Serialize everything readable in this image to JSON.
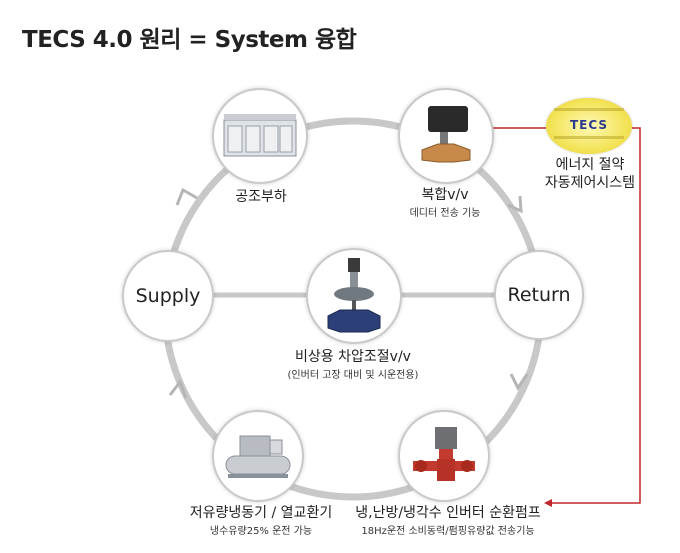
{
  "title": "TECS 4.0 원리 = System 융합",
  "nodes": {
    "supply": "Supply",
    "return": "Return"
  },
  "labels": {
    "ahu": "공조부하",
    "composite_valve": "복합v/v",
    "composite_valve_sub": "데디터 전송 기능",
    "emergency_valve": "비상용 차압조절v/v",
    "emergency_valve_sub": "(인버터 고장 대비 및 시운전용)",
    "chiller": "저유량냉동기 / 열교환기",
    "chiller_sub": "냉수유량25% 운전 가능",
    "pump": "냉,난방/냉각수  인버터 순환펌프",
    "pump_sub": "18Hz운전 소비동력/펌핑유량값 전송기능",
    "control_system_line1": "에너지 절약",
    "control_system_line2": "자동제어시스템",
    "tecs_logo": "TECS"
  },
  "colors": {
    "ring": "#c8c8c8",
    "control_line": "#c0262c",
    "logo_fill": "#f3e45a"
  }
}
